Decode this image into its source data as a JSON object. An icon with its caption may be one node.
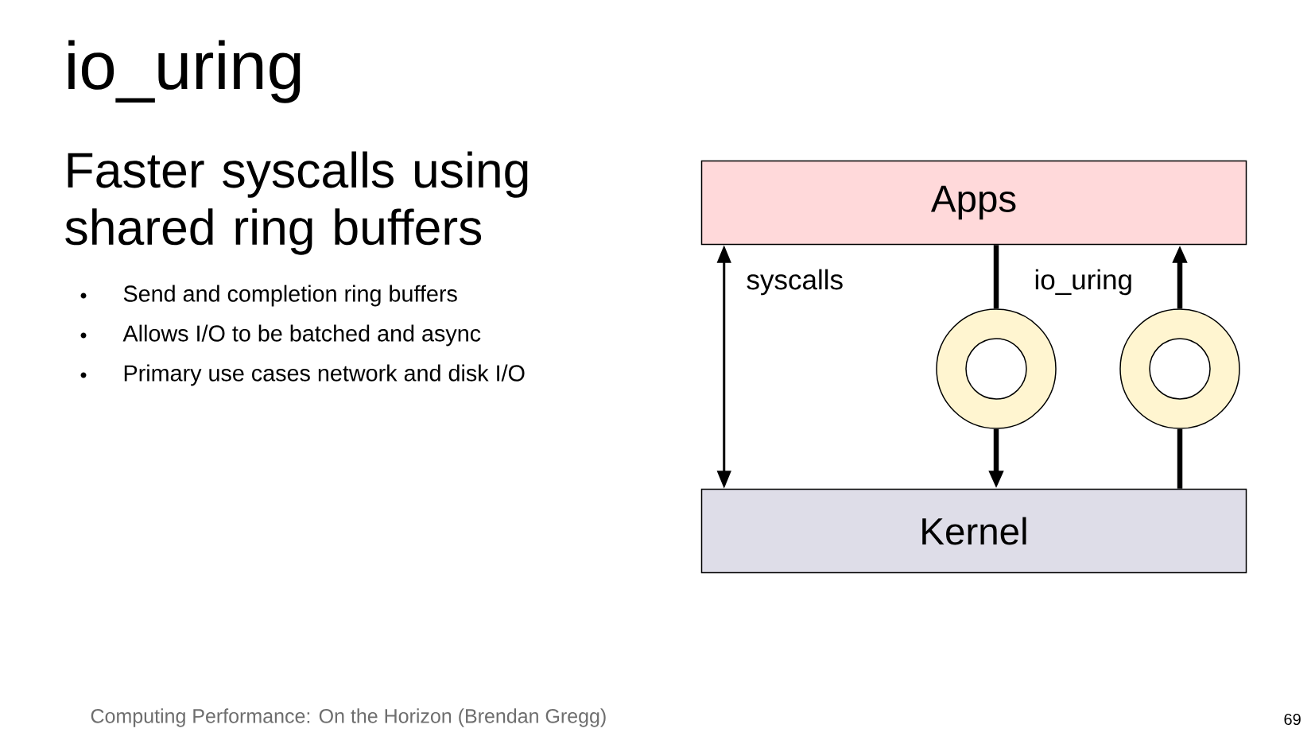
{
  "diagram": {
    "title": "io_uring",
    "nodes": [
      {
        "text": [
          "Apps"
        ]
      },
      {
        "text": [
          "Kernel"
        ]
      },
      {
        "text": [],
        "shape": "circle"
      },
      {
        "text": [],
        "shape": "circle"
      }
    ],
    "edges": [
      {
        "from": 0,
        "to": 1,
        "arrow": "both"
      },
      {
        "from": 0,
        "to": 2,
        "arrow": "none"
      },
      {
        "from": 2,
        "to": 1,
        "arrow": "to"
      },
      {
        "from": 1,
        "to": 3,
        "arrow": "none"
      },
      {
        "from": 3,
        "to": 0,
        "arrow": "to"
      }
    ],
    "labels": [
      "Faster syscalls using shared ring buffers",
      "Send and completion ring buffers",
      "Allows I/O to be batched and async",
      "Primary use cases network and disk I/O",
      "syscalls",
      "io_uring",
      "Computing Performance: On the Horizon (Brendan Gregg)",
      "69"
    ]
  }
}
